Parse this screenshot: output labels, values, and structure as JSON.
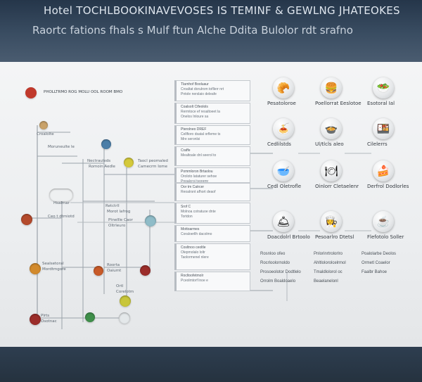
{
  "header": {
    "title": "Hotel TOCHLBOOKINAVEVOSES IS TEMINF & GEWLNG JHATEOKES",
    "subtitle": "Raortc fations fhals s Mulf ftun Alche Ddita Bulolor rdt srafno"
  },
  "left_flow": {
    "top_item": {
      "label": "PHOLLTRMO ROG MOLU OOL ROOM BMO",
      "icon_color": "#c0392b"
    },
    "nodes": [
      {
        "id": "n1",
        "label": "Croalolte",
        "sub": "Moruneulte le",
        "color": "#c9a26a"
      },
      {
        "id": "n2",
        "label": "Nectrauleds",
        "sub": "Romoin Aedle",
        "color": "#4b7ea8"
      },
      {
        "id": "n3",
        "label": "Taocl peomaled",
        "sub": "Camecrm Iome",
        "color": "#d4c93a"
      },
      {
        "id": "n4",
        "label": "Hsalmar",
        "sub": "Ceo t dtmiotd",
        "color": "#eef0f1"
      },
      {
        "id": "n5",
        "label": "Retctrll",
        "sub": "Morot lafrog",
        "color": "#b44a2c"
      },
      {
        "id": "n6",
        "label": "Ptnellle Caor",
        "sub": "Oltrleuro",
        "color": "#8fbcc8"
      },
      {
        "id": "n7",
        "label": "Sealsetoral",
        "sub": "Mordtmgore",
        "color": "#d28a2c"
      },
      {
        "id": "n8",
        "label": "Roorta",
        "sub": "Oaiumt",
        "color": "#c85a28"
      },
      {
        "id": "n9",
        "label": "Ortl",
        "sub": "Corelotm",
        "color": "#c8c63a"
      },
      {
        "id": "n10",
        "label": "Plrts",
        "sub": "Osotnac",
        "color": "#9b2d2a"
      },
      {
        "id": "n11",
        "label": "",
        "sub": "",
        "color": "#3f8f4a"
      },
      {
        "id": "n12",
        "label": "",
        "sub": "",
        "color": "#e4e8ea"
      }
    ]
  },
  "cards": [
    {
      "title": "Tlarnhof Booluaur",
      "lines": [
        "Croaltat dorulrom tofllerr nrt",
        "Pntole nerslaio deleafe"
      ]
    },
    {
      "title": "Coalsolt Ctfeolols",
      "lines": [
        "Rermtoce ef resaltoeet la",
        "Onelos Inloure sa"
      ]
    },
    {
      "title": "Pterolneo DREF",
      "lines": [
        "Cellfioro dsatal orfleme ts",
        "Mre seronlsi"
      ]
    },
    {
      "title": "Craffe",
      "lines": [
        "Mealtoale dnl seerol to"
      ]
    },
    {
      "title": "Pommloron Brtaolou",
      "lines": [
        "Oroloto lataturer sehoe",
        "Pnoalcroi tvoremr"
      ]
    },
    {
      "title": "Oor tm Catrcer",
      "lines": [
        "Reoalrsnt afhort deaof"
      ]
    },
    {
      "title": "Srof C",
      "lines": [
        "Molnoa cotratuoe dnte",
        "Tortdon"
      ]
    },
    {
      "title": "Mottoarmes",
      "lines": [
        "Coraloerllh dacolmo"
      ]
    },
    {
      "title": "Cosltnoo ceoltle",
      "lines": [
        "Olepmolalo loltr",
        "Taolormenel nlere"
      ]
    },
    {
      "title": "Rocltoofetmolr",
      "lines": [
        "Pceolmtorf lnoe e"
      ]
    }
  ],
  "icon_grid": [
    {
      "label": "Pesatoloroe",
      "icon": "cake-icon",
      "glyph": "🥐"
    },
    {
      "label": "Poellorrat Eeslotoe",
      "icon": "burger-icon",
      "glyph": "🍔"
    },
    {
      "label": "Esotoral Ial",
      "icon": "salad-icon",
      "glyph": "🥗"
    },
    {
      "label": "Cedlilstds",
      "icon": "plate-icon",
      "glyph": "🍝"
    },
    {
      "label": "Ul/tlcls aleo",
      "icon": "soup-icon",
      "glyph": "🍲"
    },
    {
      "label": "Cilelerrs",
      "icon": "food-tray-icon",
      "glyph": "🍱"
    },
    {
      "label": "Cedl Oletrofle",
      "icon": "bowl-icon",
      "glyph": "🥣"
    },
    {
      "label": "Oinlorr Cletaelenr",
      "icon": "tray-icon",
      "glyph": "🍽"
    },
    {
      "label": "Derfrol Dodlorles",
      "icon": "dessert-icon",
      "glyph": "🍰"
    },
    {
      "label": "Doacdolrl Brtoolo",
      "icon": "bellhop-icon",
      "glyph": "🛎"
    },
    {
      "label": "Pesoarlro Dtetsl",
      "icon": "chef-icon",
      "glyph": "👩‍🍳"
    },
    {
      "label": "Flefotolo Soller",
      "icon": "mug-icon",
      "glyph": "☕"
    }
  ],
  "legend": {
    "col1": [
      "Rosnloo ofeo",
      "Rocrloolornoldo",
      "Prosoeolotor Dodtlelo",
      "Orrolm Boaldoaelo"
    ],
    "col2": [
      "Pnlorinrtrolorlro",
      "Ahltlolorolcelrmol",
      "Tmaldlolorol oc",
      "Beaelanelonl"
    ],
    "col3": [
      "Poalolarbe Deolos",
      "Ormetl Coaelor",
      "Faalbr Bahoe"
    ]
  }
}
